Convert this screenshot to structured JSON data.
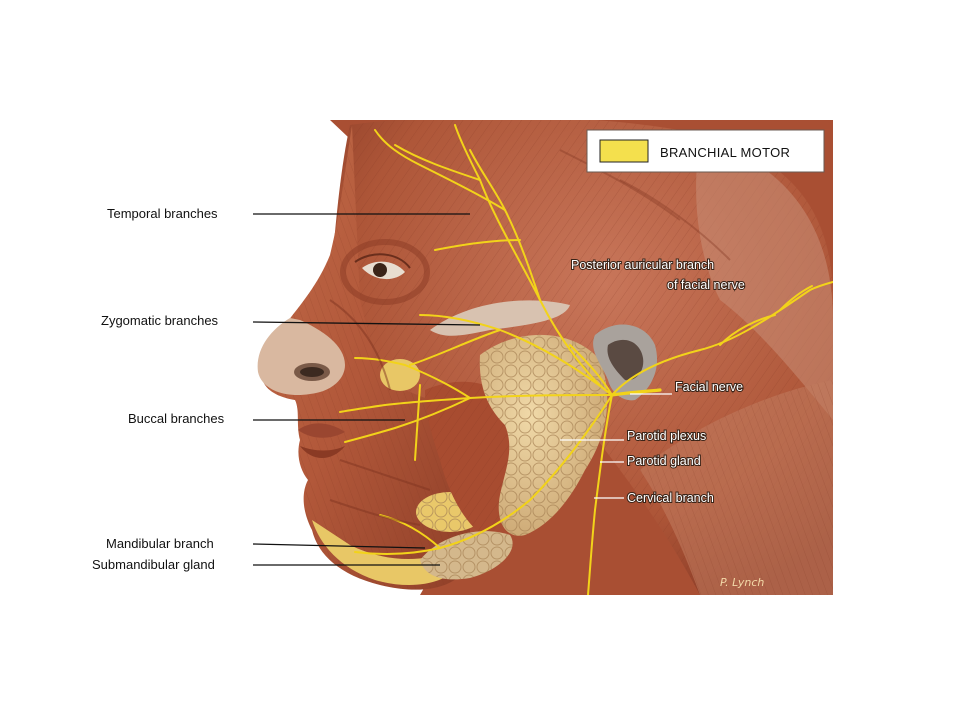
{
  "legend": {
    "label": "BRANCHIAL MOTOR",
    "swatch_color": "#f4e04d"
  },
  "labels": {
    "temporal": "Temporal branches",
    "zygomatic": "Zygomatic branches",
    "buccal": "Buccal branches",
    "mandibular": "Mandibular branch",
    "submandibular": "Submandibular gland",
    "posterior_auricular_1": "Posterior auricular branch",
    "posterior_auricular_2": "of facial nerve",
    "facial_nerve": "Facial nerve",
    "parotid_plexus": "Parotid plexus",
    "parotid_gland": "Parotid gland",
    "cervical_branch": "Cervical branch"
  },
  "signature": "P. Lynch",
  "colors": {
    "muscle": "#b2583a",
    "muscle_dark": "#8a3a24",
    "gland": "#e2c48a",
    "nerve": "#f2d31a",
    "skin": "#d9b8a0"
  }
}
